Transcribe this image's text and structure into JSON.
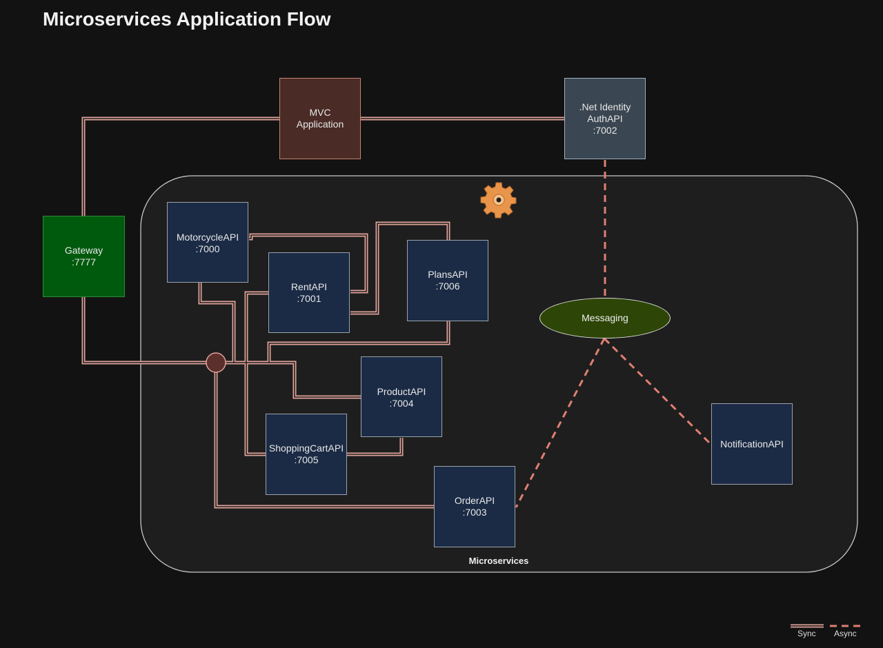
{
  "title": "Microservices Application Flow",
  "group_label": "Microservices",
  "nodes": {
    "mvc": "MVC\nApplication",
    "auth": ".Net Identity\nAuthAPI\n:7002",
    "gateway": "Gateway\n:7777",
    "motorcycle": "MotorcycleAPI\n:7000",
    "rent": "RentAPI\n:7001",
    "plans": "PlansAPI\n:7006",
    "product": "ProductAPI\n:7004",
    "cart": "ShoppingCartAPI\n:7005",
    "order": "OrderAPI\n:7003",
    "notification": "NotificationAPI",
    "messaging": "Messaging"
  },
  "legend": {
    "sync": "Sync",
    "async": "Async"
  },
  "colors": {
    "sync_line": "#e0a39a",
    "async_line": "#e07f72",
    "service_fill": "#1b2b45",
    "gateway_fill": "#005a0d",
    "messaging_fill": "#2d4506",
    "mvc_fill": "#4a2b26",
    "auth_fill": "#3a4651",
    "gear_icon": "#e8944a"
  },
  "icons": {
    "group_icon": "gear-icon"
  }
}
